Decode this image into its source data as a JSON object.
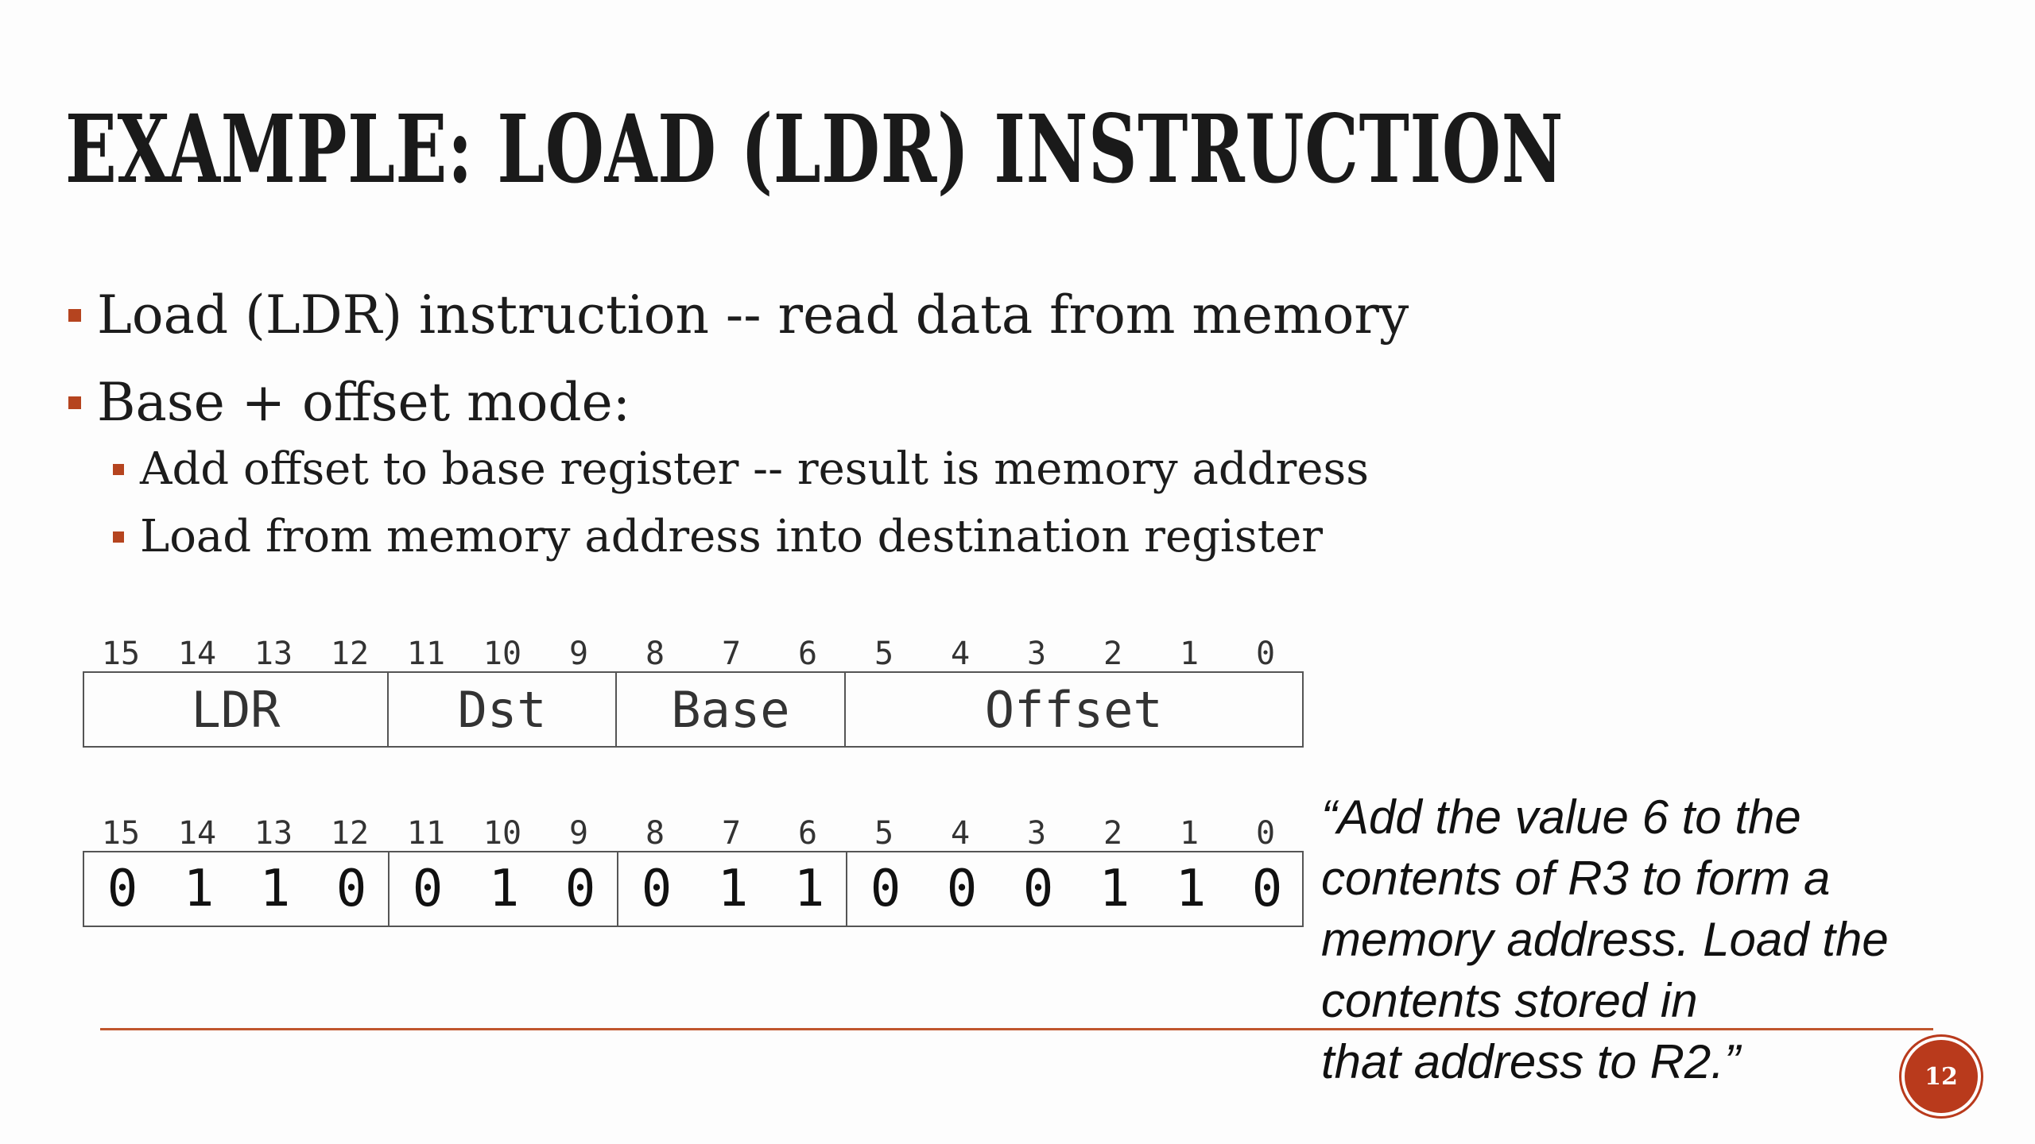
{
  "slide": {
    "title": "EXAMPLE: LOAD (LDR) INSTRUCTION",
    "bullets": [
      {
        "level": 1,
        "text": "Load (LDR) instruction -- read data from memory"
      },
      {
        "level": 1,
        "text": "Base + offset mode:"
      },
      {
        "level": 2,
        "text": "Add offset to base register -- result is memory address"
      },
      {
        "level": 2,
        "text": "Load from memory address into destination register"
      }
    ],
    "format": {
      "bit_numbers": [
        "15",
        "14",
        "13",
        "12",
        "11",
        "10",
        "9",
        "8",
        "7",
        "6",
        "5",
        "4",
        "3",
        "2",
        "1",
        "0"
      ],
      "fields": [
        {
          "label": "LDR",
          "bits": 4
        },
        {
          "label": "Dst",
          "bits": 3
        },
        {
          "label": "Base",
          "bits": 3
        },
        {
          "label": "Offset",
          "bits": 6
        }
      ]
    },
    "encoding": {
      "bit_numbers": [
        "15",
        "14",
        "13",
        "12",
        "11",
        "10",
        "9",
        "8",
        "7",
        "6",
        "5",
        "4",
        "3",
        "2",
        "1",
        "0"
      ],
      "bits": [
        "0",
        "1",
        "1",
        "0",
        "0",
        "1",
        "0",
        "0",
        "1",
        "1",
        "0",
        "0",
        "0",
        "1",
        "1",
        "0"
      ]
    },
    "quote": {
      "lines": [
        "“Add the value 6 to the",
        "contents of R3 to form a",
        "memory address.  Load the",
        "contents stored in",
        "that address to R2.”"
      ]
    },
    "page_number": "12",
    "colors": {
      "accent": "#b5441f",
      "page_badge": "#b93a1c",
      "rule": "#c0562d"
    }
  }
}
